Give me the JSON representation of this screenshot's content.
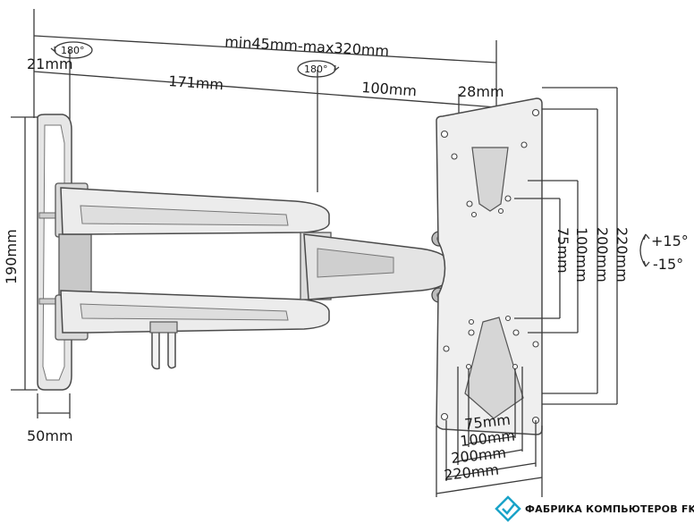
{
  "labels": {
    "depth_range": "min45mm-max320mm",
    "offset_21": "21mm",
    "arm_171": "171mm",
    "arm_100": "100mm",
    "offset_28": "28mm",
    "rotation_180_a": "180°",
    "rotation_180_b": "180°",
    "wall_height": "190mm",
    "wall_width": "50mm",
    "vesa_v_75": "75mm",
    "vesa_v_100": "100mm",
    "vesa_v_200": "200mm",
    "vesa_v_220": "220mm",
    "tilt_up": "+15°",
    "tilt_down": "-15°",
    "vesa_h_75": "75mm",
    "vesa_h_100": "100mm",
    "vesa_h_200": "200mm",
    "vesa_h_220": "220mm"
  },
  "brand": {
    "name": "ФАБРИКА КОМПЬЮТЕРОВ FK.BY",
    "accent_color": "#1aa3c8"
  }
}
